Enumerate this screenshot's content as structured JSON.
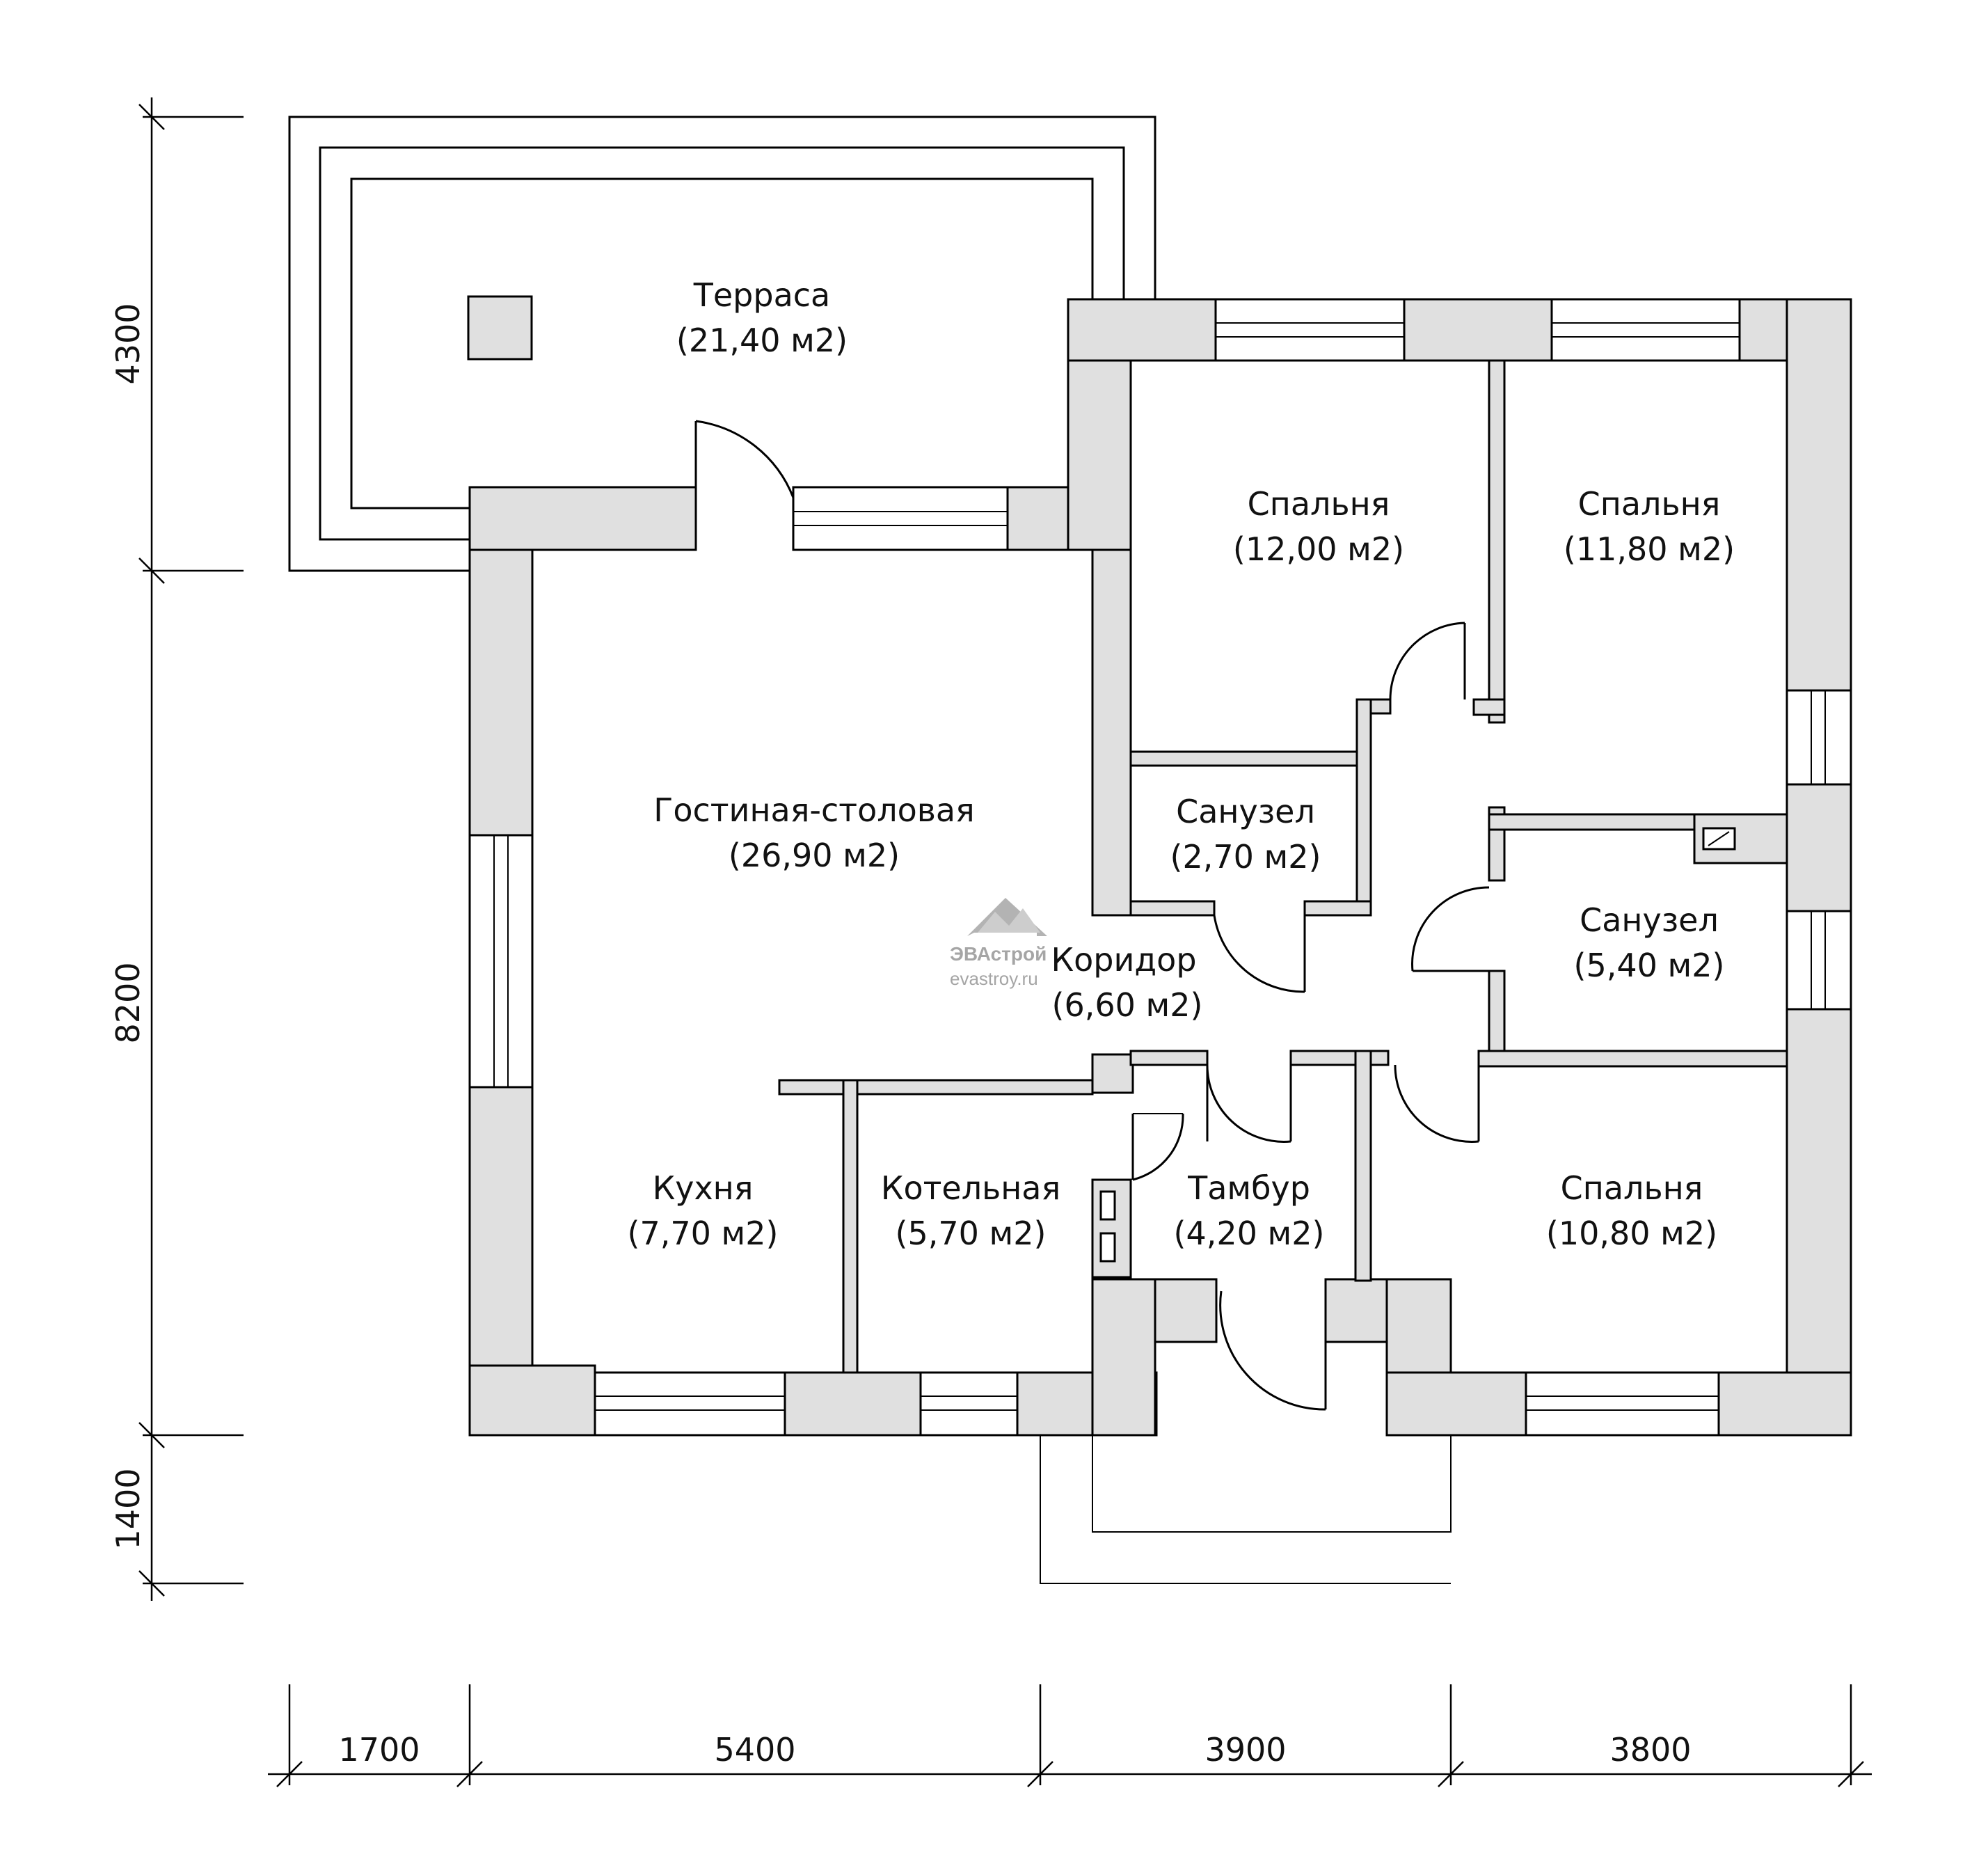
{
  "rooms": {
    "terrace": {
      "name": "Терраса",
      "area": "(21,40 м2)"
    },
    "bedroom1": {
      "name": "Спальня",
      "area": "(12,00 м2)"
    },
    "bedroom2": {
      "name": "Спальня",
      "area": "(11,80 м2)"
    },
    "living": {
      "name": "Гостиная-столовая",
      "area": "(26,90 м2)"
    },
    "bath1": {
      "name": "Санузел",
      "area": "(2,70 м2)"
    },
    "bath2": {
      "name": "Санузел",
      "area": "(5,40 м2)"
    },
    "corridor": {
      "name": "Коридор",
      "area": "(6,60 м2)"
    },
    "kitchen": {
      "name": "Кухня",
      "area": "(7,70 м2)"
    },
    "boiler": {
      "name": "Котельная",
      "area": "(5,70 м2)"
    },
    "vestibule": {
      "name": "Тамбур",
      "area": "(4,20 м2)"
    },
    "bedroom3": {
      "name": "Спальня",
      "area": "(10,80 м2)"
    }
  },
  "dimensions": {
    "left": [
      "4300",
      "8200",
      "1400"
    ],
    "bottom": [
      "1700",
      "5400",
      "3900",
      "3800"
    ]
  },
  "watermark": {
    "brand": "ЭВАстрой",
    "site": "evastroy.ru"
  }
}
